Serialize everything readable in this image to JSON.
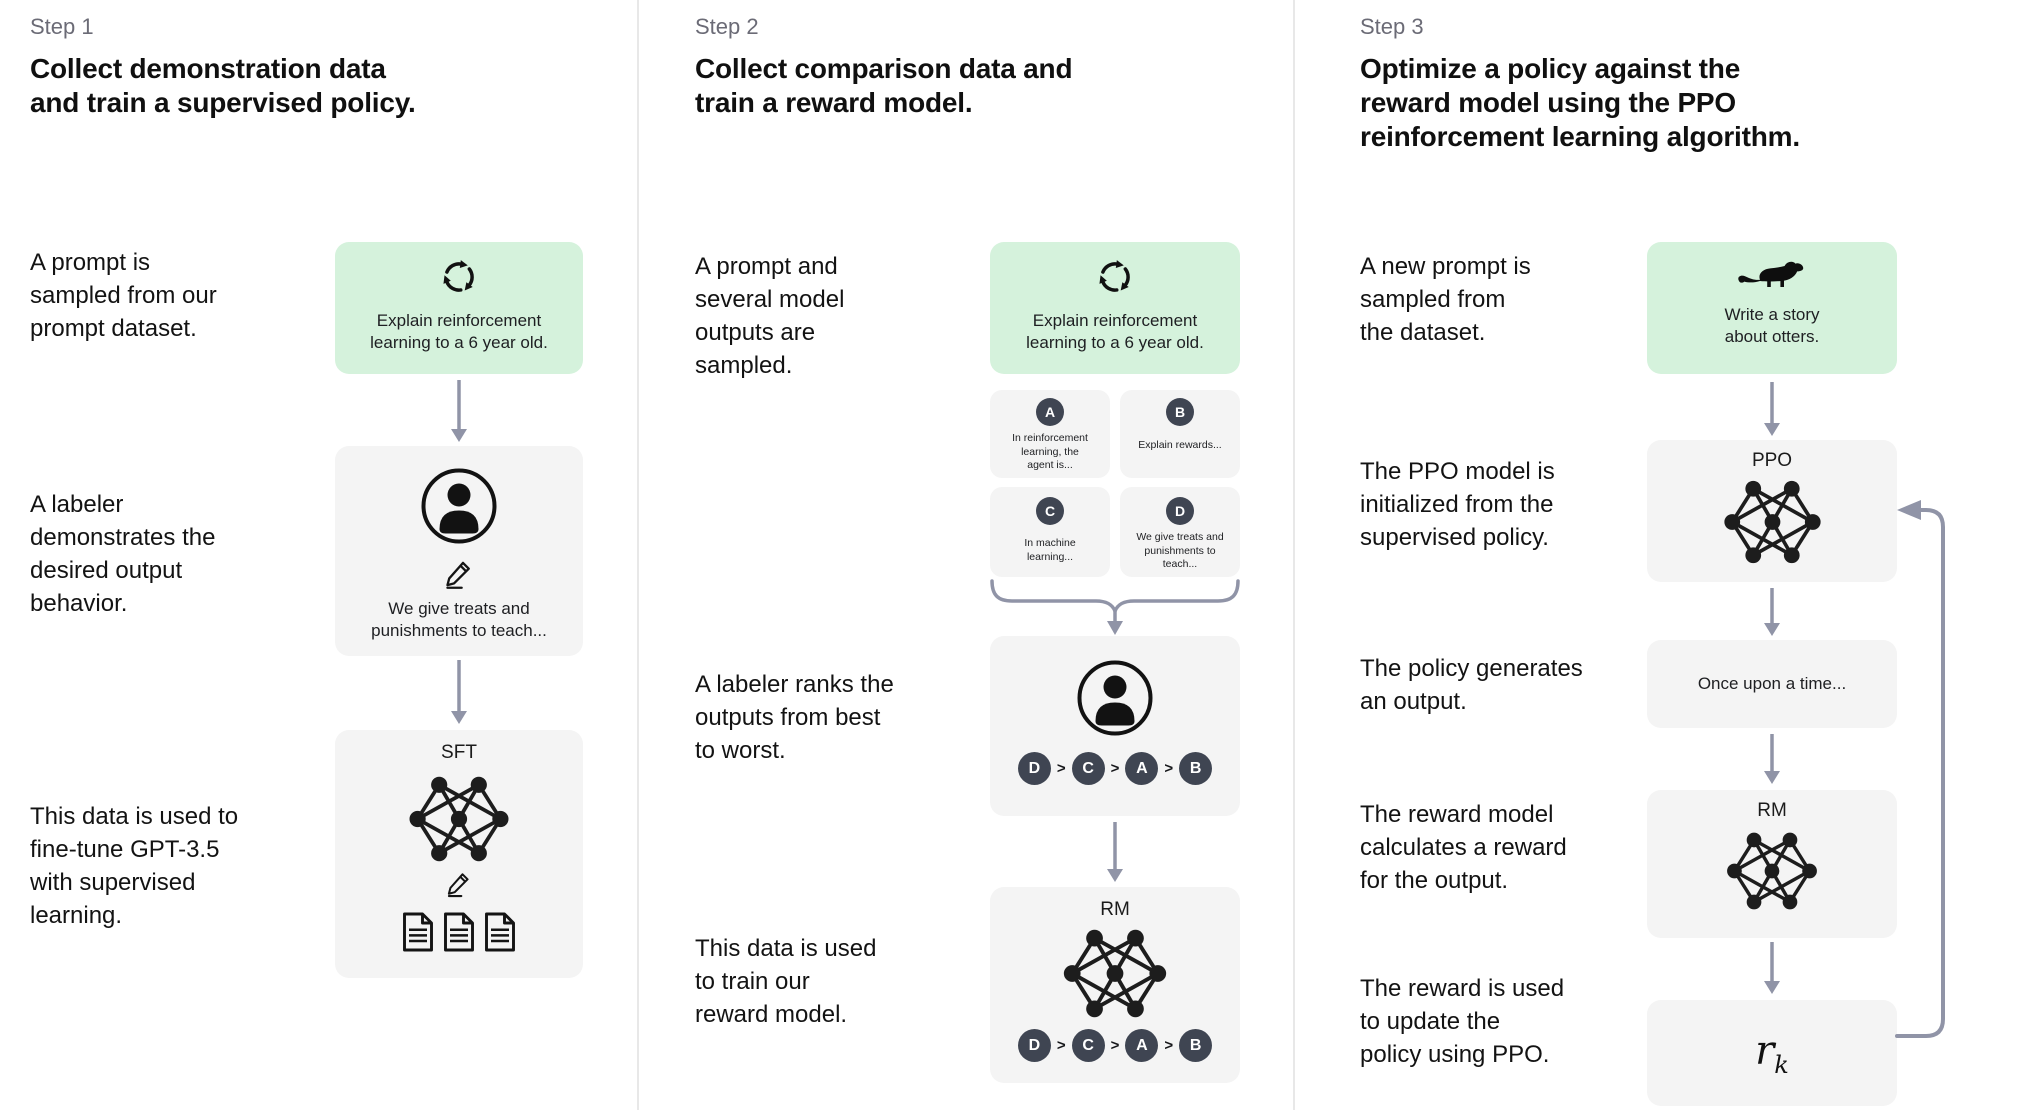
{
  "colors": {
    "green_box": "#d5f2dc",
    "gray_box": "#f4f4f4",
    "arrow": "#9094a7",
    "dark_circle": "#3f4552"
  },
  "step1": {
    "label": "Step 1",
    "title": "Collect demonstration data\nand train a supervised policy.",
    "caption_prompt": "A prompt is\nsampled from our\nprompt dataset.",
    "caption_labeler": "A labeler\ndemonstrates the\ndesired output\nbehavior.",
    "caption_data": "This data is used to\nfine-tune GPT-3.5\nwith supervised\nlearning.",
    "prompt_box": {
      "text": "Explain reinforcement\nlearning to a 6 year old."
    },
    "labeler_box": {
      "text": "We give treats and\npunishments to teach..."
    },
    "sft_box": {
      "label": "SFT"
    }
  },
  "step2": {
    "label": "Step 2",
    "title": "Collect comparison data and\ntrain a reward model.",
    "caption_prompt": "A prompt and\nseveral model\noutputs are\nsampled.",
    "caption_rank": "A labeler ranks the\noutputs from best\nto worst.",
    "caption_data": "This data is used\nto train our\nreward model.",
    "prompt_box": {
      "text": "Explain reinforcement\nlearning to a 6 year old."
    },
    "outputs": [
      {
        "letter": "A",
        "text": "In reinforcement\nlearning, the\nagent is..."
      },
      {
        "letter": "B",
        "text": "Explain rewards..."
      },
      {
        "letter": "C",
        "text": "In machine\nlearning..."
      },
      {
        "letter": "D",
        "text": "We give treats and\npunishments to\nteach..."
      }
    ],
    "ranking": [
      "D",
      "C",
      "A",
      "B"
    ],
    "rank_separator": ">",
    "rm_box": {
      "label": "RM"
    }
  },
  "step3": {
    "label": "Step 3",
    "title": "Optimize a policy against the\nreward model using the PPO\nreinforcement learning algorithm.",
    "caption_prompt": "A new prompt is\nsampled from\nthe dataset.",
    "caption_ppo": "The PPO model is\ninitialized from the\nsupervised policy.",
    "caption_output": "The policy generates\nan output.",
    "caption_reward": "The reward model\ncalculates a reward\nfor the output.",
    "caption_update": "The reward is used\nto update the\npolicy using PPO.",
    "prompt_box": {
      "text": "Write a story\nabout otters."
    },
    "ppo_box": {
      "label": "PPO"
    },
    "output_box": {
      "text": "Once upon a time..."
    },
    "rm_box": {
      "label": "RM"
    },
    "reward_box": {
      "label_base": "r",
      "label_sub": "k"
    }
  }
}
